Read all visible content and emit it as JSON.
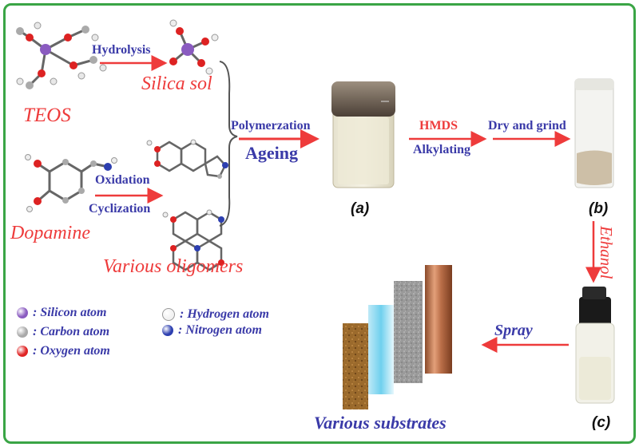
{
  "labels": {
    "teos": "TEOS",
    "silica_sol": "Silica sol",
    "dopamine": "Dopamine",
    "various_oligomers": "Various oligomers",
    "hydrolysis": "Hydrolysis",
    "oxidation": "Oxidation",
    "cyclization": "Cyclization",
    "polymerization": "Polymerzation",
    "ageing": "Ageing",
    "hmds": "HMDS",
    "alkylating": "Alkylating",
    "dry_grind": "Dry and grind",
    "ethanol": "Ethanol",
    "spray": "Spray",
    "various_substrates": "Various substrates"
  },
  "captions": {
    "a": "(a)",
    "b": "(b)",
    "c": "(c)"
  },
  "legend": [
    {
      "label": ": Silicon atom",
      "color": "#8a5bc0"
    },
    {
      "label": ": Carbon atom",
      "color": "#a9a9a9"
    },
    {
      "label": ": Oxygen atom",
      "color": "#e02424"
    },
    {
      "label": ": Hydrogen atom",
      "color": "#f2f2f2"
    },
    {
      "label": ": Nitrogen atom",
      "color": "#2d3fb0"
    }
  ],
  "colors": {
    "frame": "#3aa545",
    "arrow": "#ee3b3b",
    "label_blue": "#3a3aa8",
    "label_red": "#ee3b3b"
  },
  "icons": [
    "teos-molecule-icon",
    "silica-sol-molecule-icon",
    "dopamine-molecule-icon",
    "oligomer-molecule-icon",
    "gel-jar-icon",
    "powder-vial-icon",
    "spray-bottle-icon",
    "substrate-wood-icon",
    "substrate-glass-icon",
    "substrate-stone-icon",
    "substrate-copper-icon"
  ]
}
